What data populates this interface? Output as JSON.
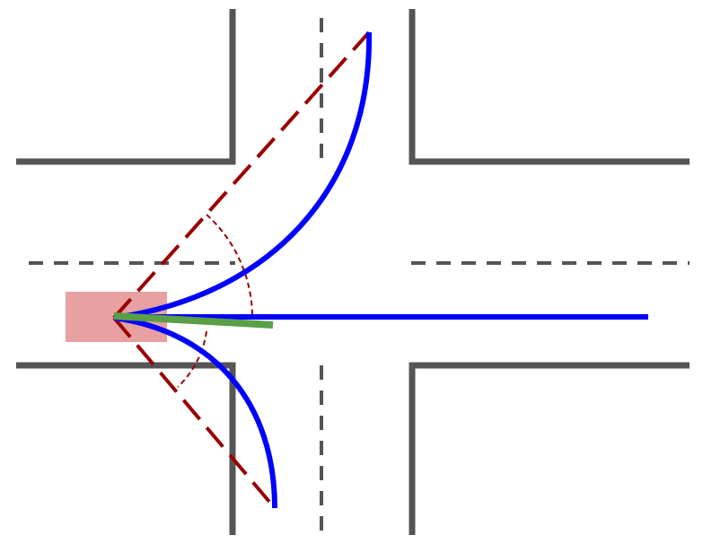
{
  "diagram": {
    "description_free": true,
    "colors": {
      "background": "#ffffff",
      "road_edge": "#555555",
      "lane_divider": "#555555",
      "vehicle": "#e8a0a0",
      "trajectory": "#0000ff",
      "boundary_ray": "#990000",
      "angle_arc": "#990000",
      "heading": "#5a9e46"
    },
    "elements": {
      "vehicle": "ego-vehicle",
      "paths": [
        "left-turn-path",
        "straight-path",
        "right-turn-path"
      ],
      "rays": [
        "left-boundary-ray",
        "right-boundary-ray"
      ],
      "arcs": [
        "left-angle-arc",
        "right-angle-arc"
      ],
      "heading": "heading-vector"
    }
  }
}
